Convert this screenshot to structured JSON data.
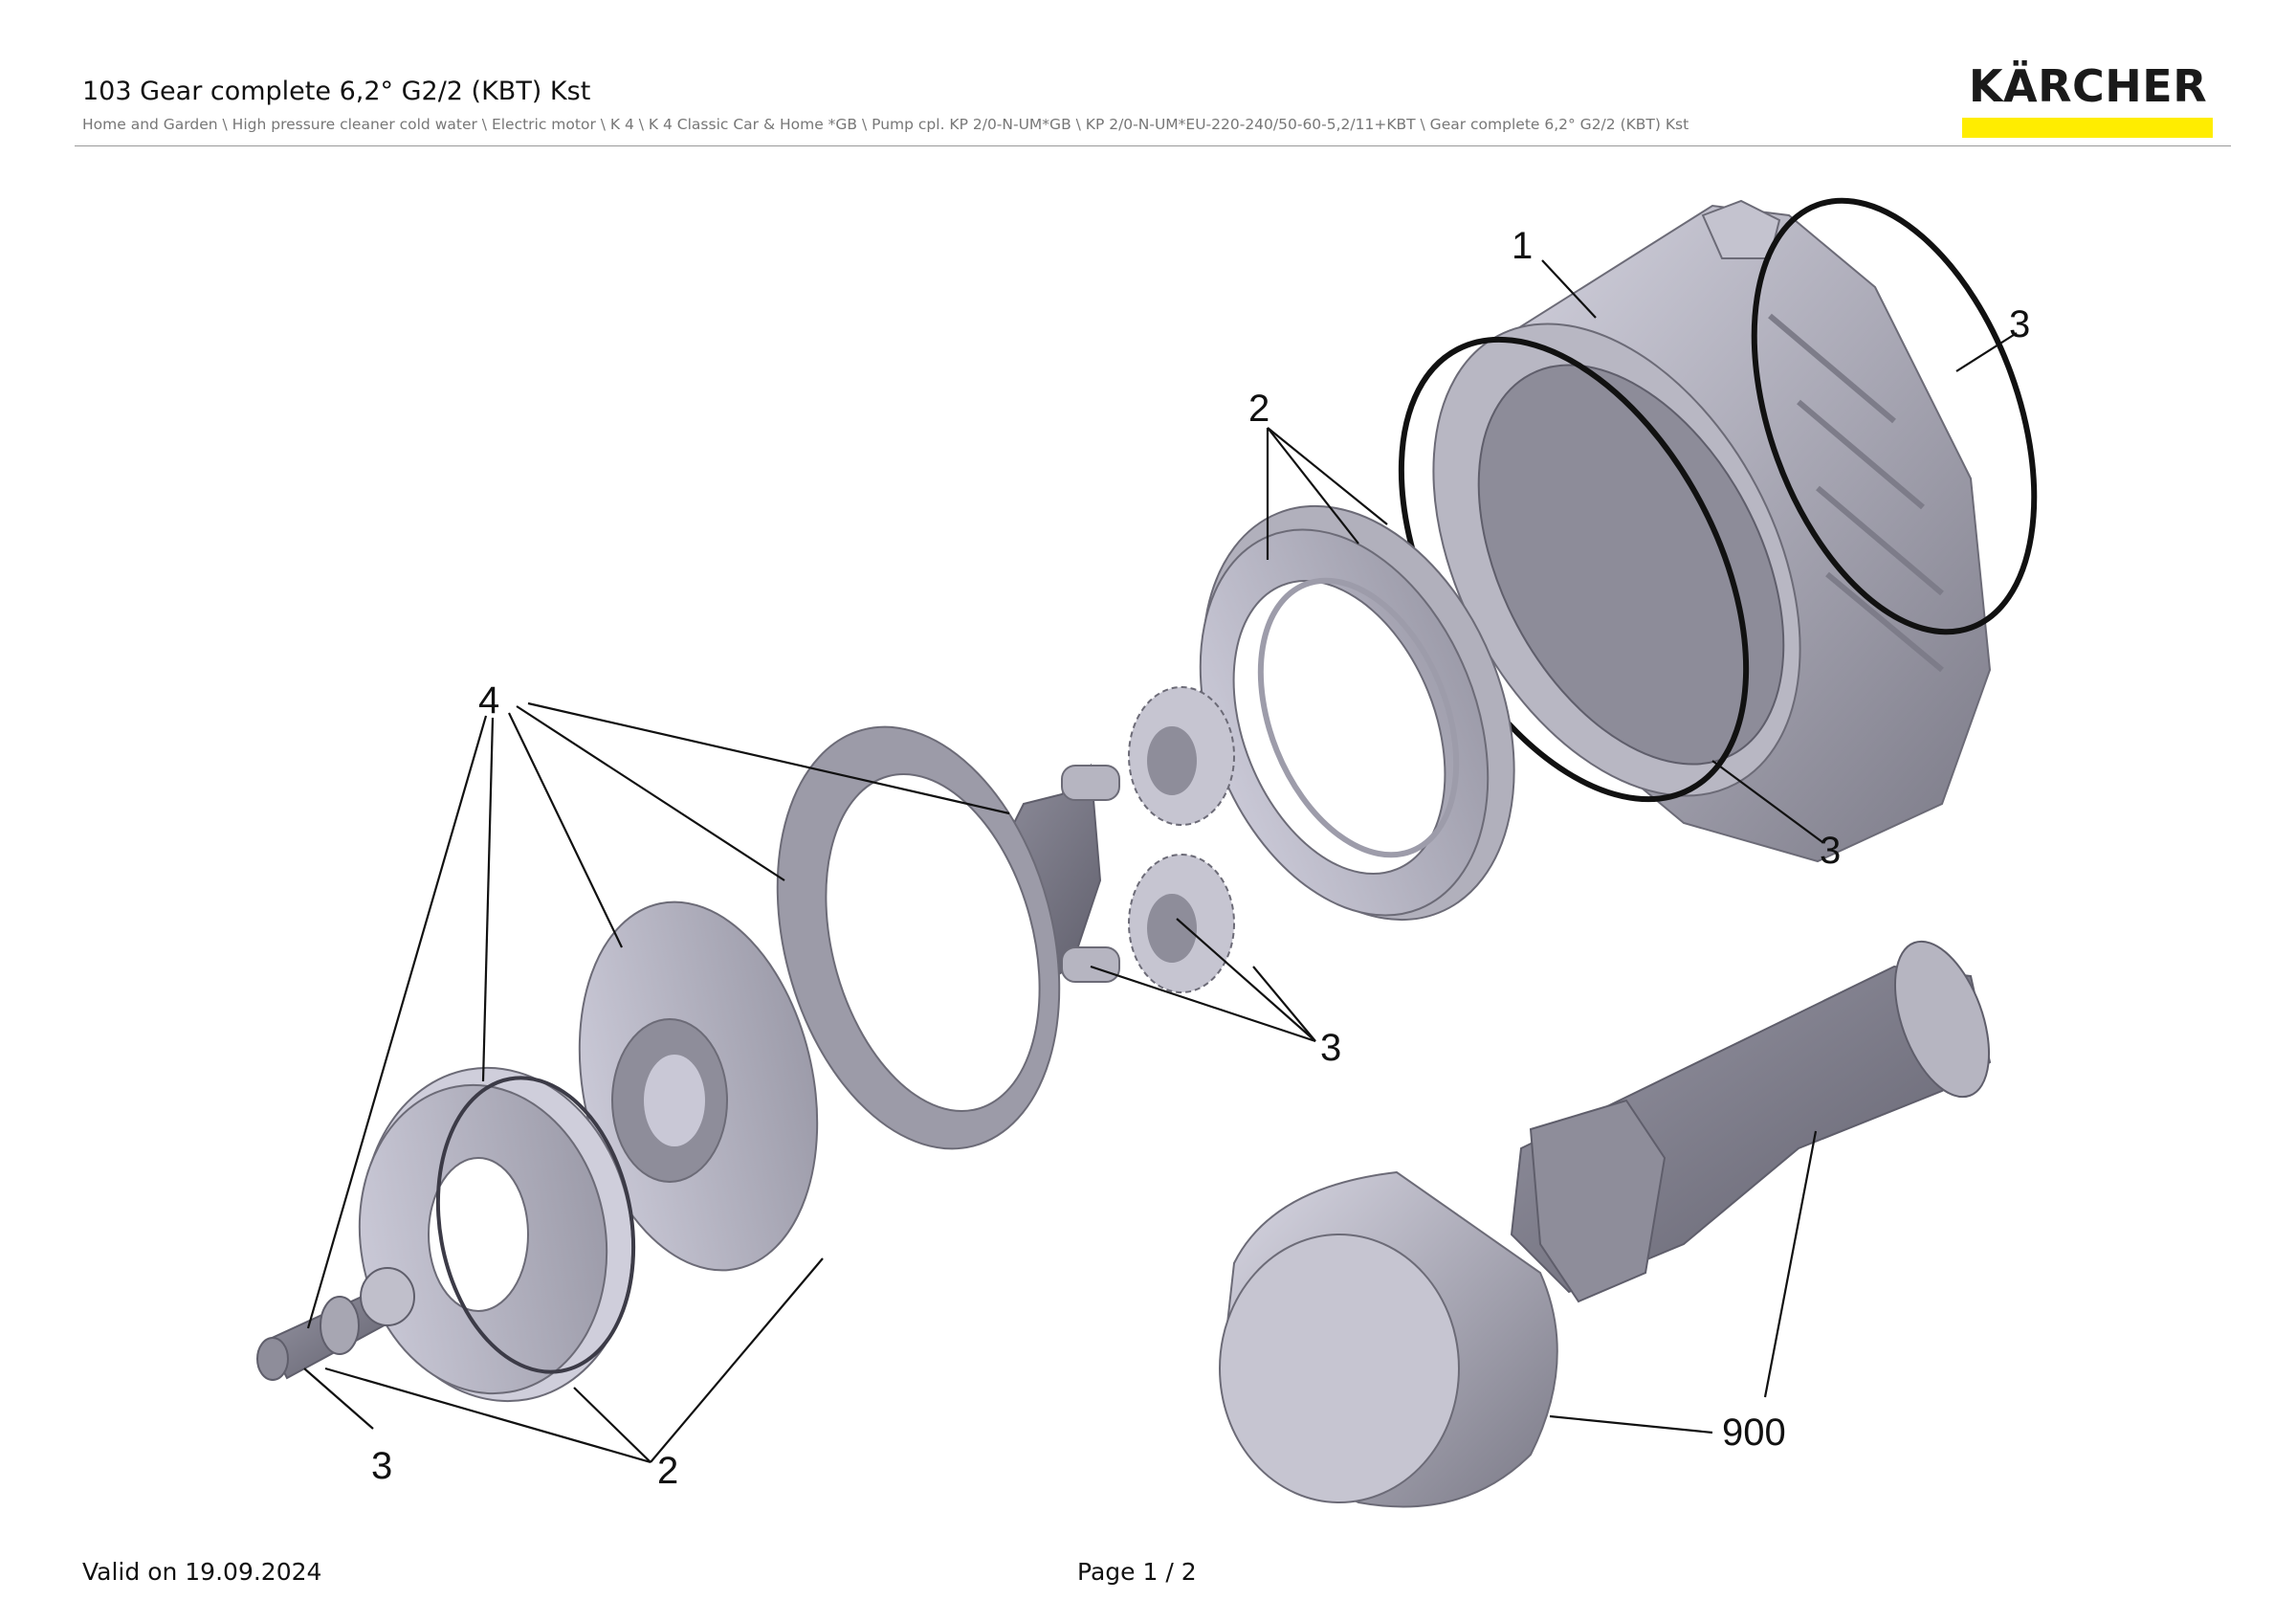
{
  "header": {
    "title": "103 Gear complete 6,2° G2/2 (KBT) Kst",
    "breadcrumb": "Home and Garden \\ High pressure cleaner cold water \\ Electric motor \\ K 4 \\ K 4 Classic Car & Home *GB \\ Pump cpl. KP 2/0-N-UM*GB \\ KP 2/0-N-UM*EU-220-240/50-60-5,2/11+KBT \\ Gear complete 6,2° G2/2 (KBT) Kst",
    "logo_text": "KÄRCHER"
  },
  "colors": {
    "brand_yellow": "#ffed00",
    "part_gray": "#a9a8b4",
    "part_dark": "#6f6e7a"
  },
  "callouts": {
    "c1": "1",
    "c2_top": "2",
    "c3_ring_top": "3",
    "c3_ring_low": "3",
    "c4": "4",
    "c3_gears": "3",
    "c3_shaft": "3",
    "c2_bottom": "2",
    "c900": "900"
  },
  "footer": {
    "valid": "Valid on 19.09.2024",
    "page": "Page 1 / 2"
  }
}
